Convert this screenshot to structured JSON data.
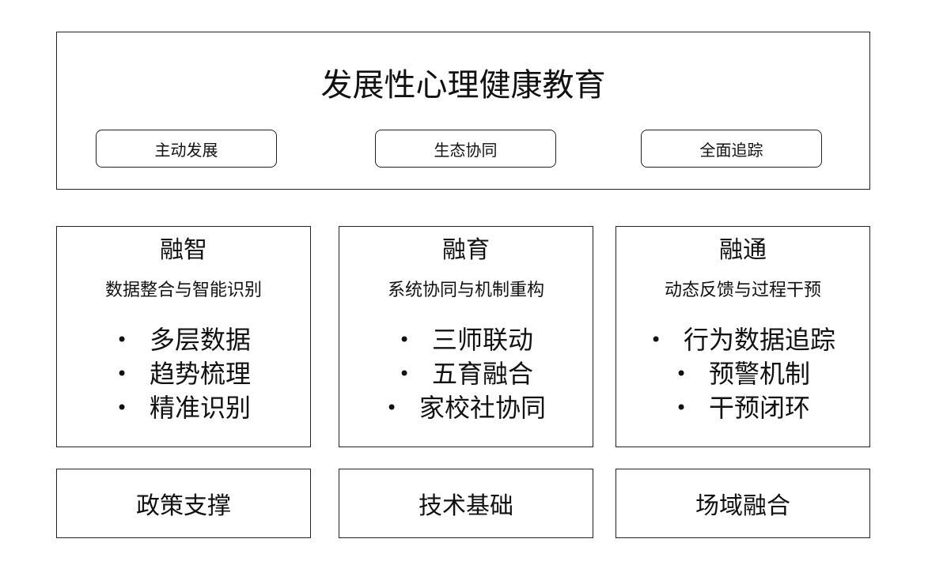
{
  "header": {
    "title": "发展性心理健康教育",
    "pills": [
      "主动发展",
      "生态协同",
      "全面追踪"
    ]
  },
  "columns": [
    {
      "heading": "融智",
      "subtitle": "数据整合与智能识别",
      "bullets": [
        "多层数据",
        "趋势梳理",
        "精准识别"
      ]
    },
    {
      "heading": "融育",
      "subtitle": "系统协同与机制重构",
      "bullets": [
        "三师联动",
        "五育融合",
        "家校社协同"
      ]
    },
    {
      "heading": "融通",
      "subtitle": "动态反馈与过程干预",
      "bullets": [
        "行为数据追踪",
        "预警机制",
        "干预闭环"
      ]
    }
  ],
  "foundation": [
    "政策支撑",
    "技术基础",
    "场域融合"
  ],
  "bullet_glyph": "•"
}
